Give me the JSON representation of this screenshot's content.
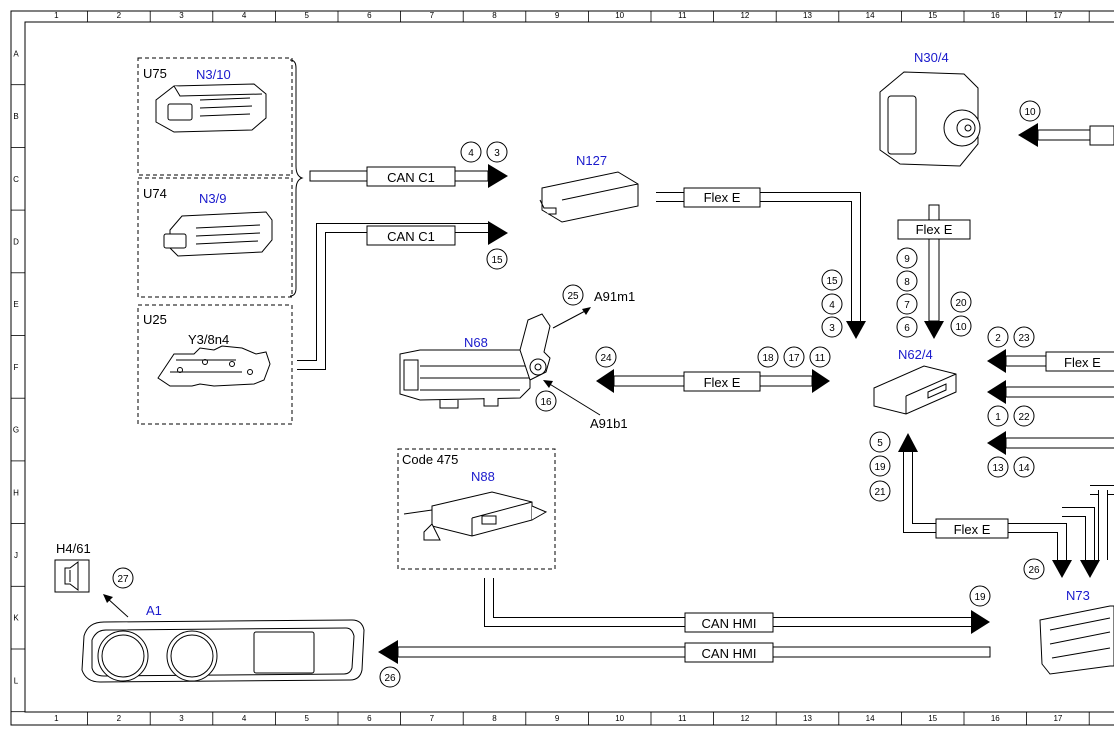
{
  "grid": {
    "columns": [
      "1",
      "2",
      "3",
      "4",
      "5",
      "6",
      "7",
      "8",
      "9",
      "10",
      "11",
      "12",
      "13",
      "14",
      "15",
      "16",
      "17"
    ],
    "rows": [
      "A",
      "B",
      "C",
      "D",
      "E",
      "F",
      "G",
      "H",
      "J",
      "K",
      "L"
    ]
  },
  "groups": {
    "u75": "U75",
    "u74": "U74",
    "u25": "U25",
    "code475": "Code 475"
  },
  "components": {
    "n3_10": "N3/10",
    "n3_9": "N3/9",
    "y3_8n4": "Y3/8n4",
    "n127": "N127",
    "n30_4": "N30/4",
    "n68": "N68",
    "a91m1": "A91m1",
    "a91b1": "A91b1",
    "n62_4": "N62/4",
    "n88": "N88",
    "h4_61": "H4/61",
    "a1": "A1",
    "n73": "N73"
  },
  "buses": {
    "can_c1_top": "CAN C1",
    "can_c1_bottom": "CAN C1",
    "flex_e_n127": "Flex E",
    "flex_e_n30": "Flex E",
    "flex_e_n68": "Flex E",
    "flex_e_right": "Flex E",
    "flex_e_bottom": "Flex E",
    "can_hmi_top": "CAN HMI",
    "can_hmi_bottom": "CAN HMI"
  },
  "callouts": {
    "c4a": "4",
    "c3a": "3",
    "c15a": "15",
    "c10a": "10",
    "c15b": "15",
    "c4b": "4",
    "c3b": "3",
    "c9": "9",
    "c8": "8",
    "c7": "7",
    "c6": "6",
    "c20": "20",
    "c10b": "10",
    "c25": "25",
    "c16": "16",
    "c24": "24",
    "c18": "18",
    "c17": "17",
    "c11": "11",
    "c2": "2",
    "c23": "23",
    "c1": "1",
    "c22": "22",
    "c13": "13",
    "c14": "14",
    "c5": "5",
    "c19a": "19",
    "c21": "21",
    "c26a": "26",
    "c19b": "19",
    "c27": "27",
    "c26b": "26"
  }
}
